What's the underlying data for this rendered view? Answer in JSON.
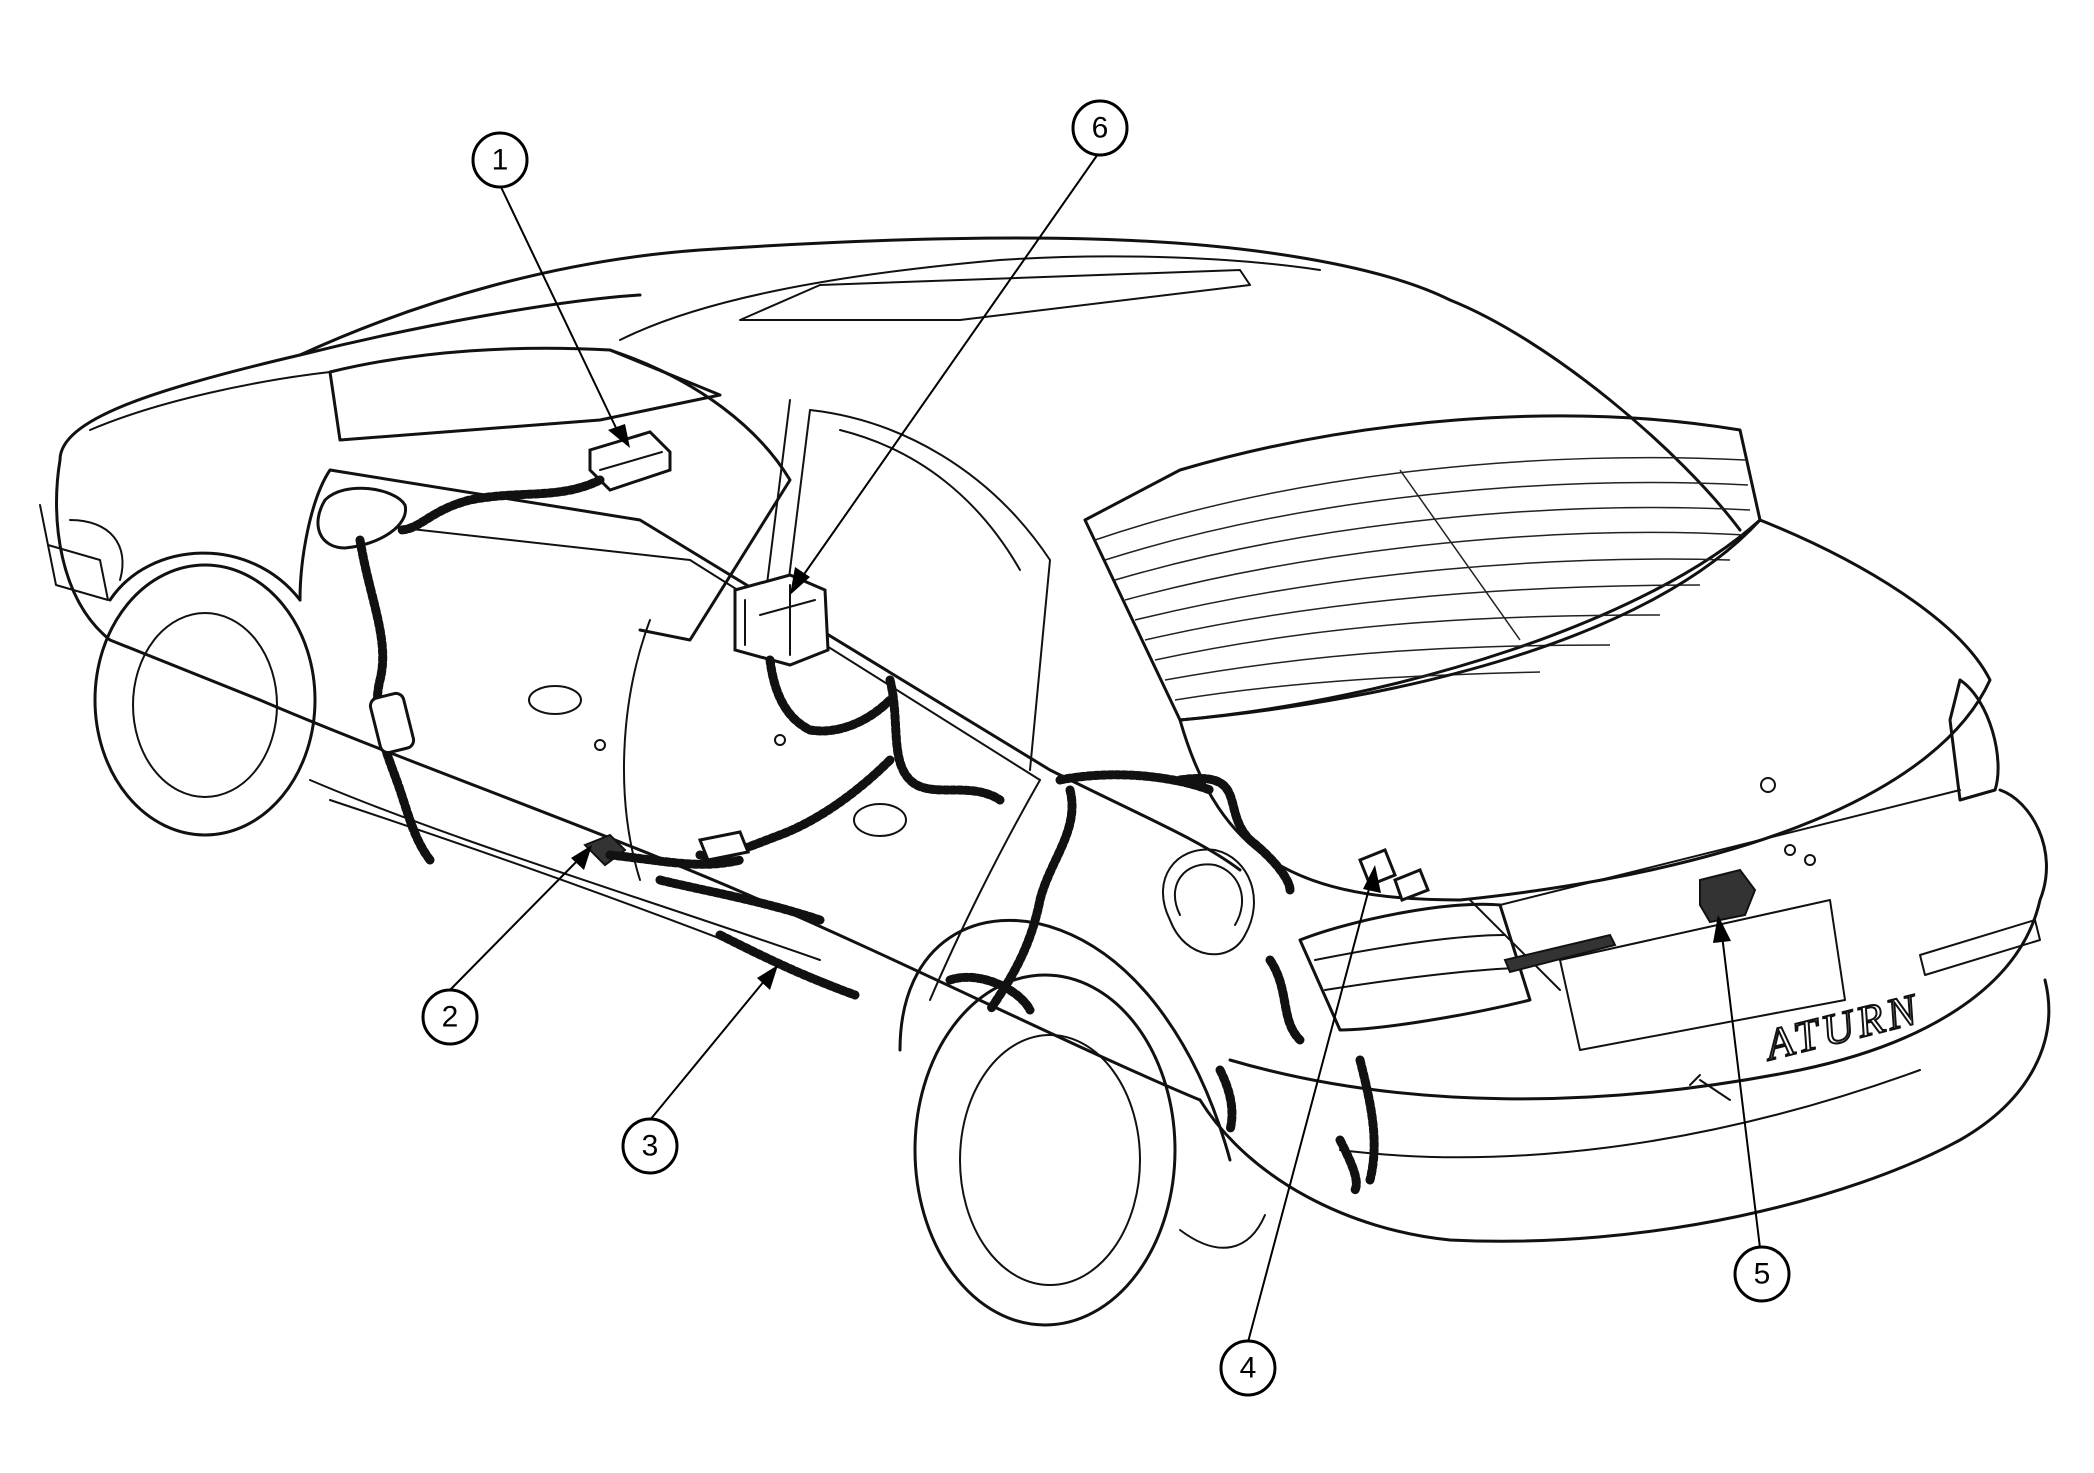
{
  "diagram": {
    "callouts": [
      {
        "id": "1",
        "label": "1"
      },
      {
        "id": "2",
        "label": "2"
      },
      {
        "id": "3",
        "label": "3"
      },
      {
        "id": "4",
        "label": "4"
      },
      {
        "id": "5",
        "label": "5"
      },
      {
        "id": "6",
        "label": "6"
      }
    ],
    "brand_badge": "ATURN"
  }
}
